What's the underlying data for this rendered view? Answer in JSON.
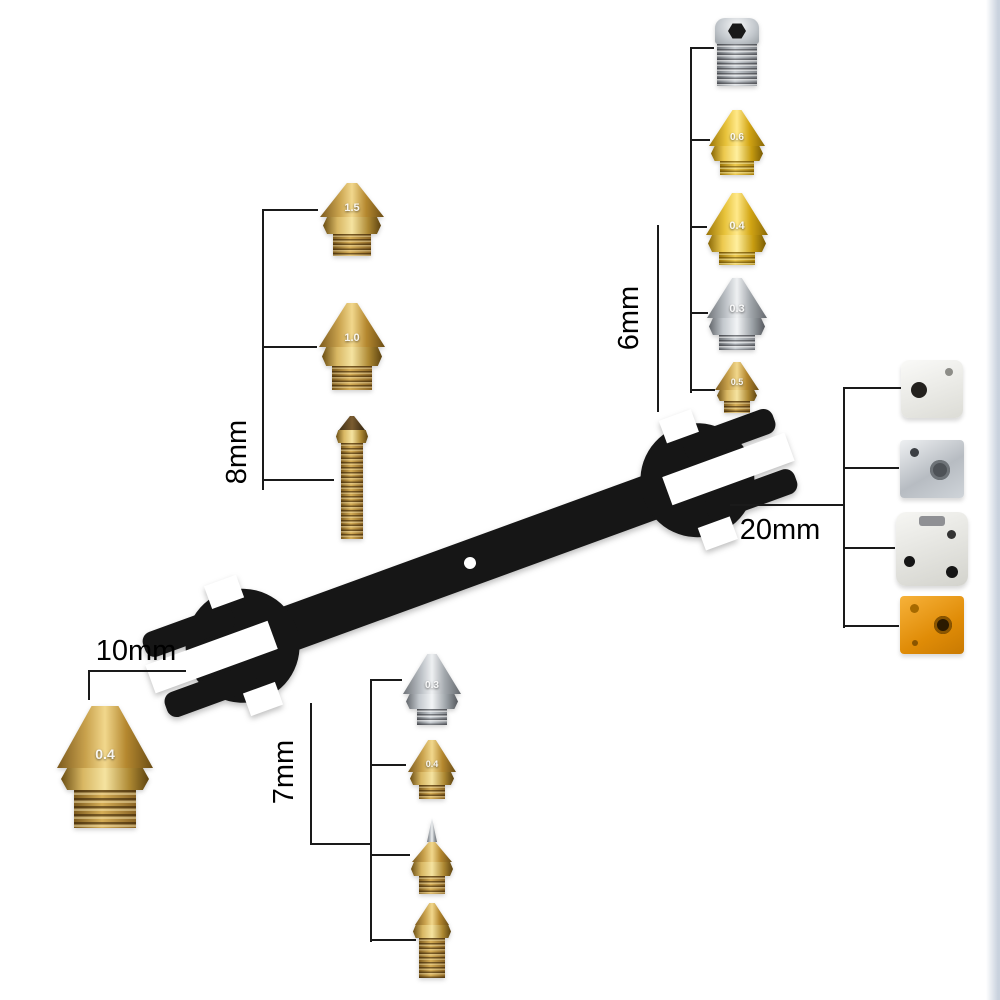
{
  "annotations": {
    "top_left": "8mm",
    "top_right": "6mm",
    "right": "20mm",
    "bottom_left": "10mm",
    "bottom_center": "7mm"
  },
  "wrench": {
    "name": "black multi-size steel wrench",
    "color": "#161616"
  },
  "nozzles": {
    "top_left": [
      {
        "label": "1.5",
        "material": "brass",
        "kind": "mk8-nozzle"
      },
      {
        "label": "1.0",
        "material": "brass",
        "kind": "mk8-nozzle"
      },
      {
        "label": "",
        "material": "brass",
        "kind": "nozzle-throat-tube"
      }
    ],
    "top_right": [
      {
        "label": "",
        "material": "steel",
        "kind": "hex-socket-screw"
      },
      {
        "label": "0.6",
        "material": "gold",
        "kind": "mk8-nozzle"
      },
      {
        "label": "0.4",
        "material": "gold",
        "kind": "mk8-nozzle"
      },
      {
        "label": "0.3",
        "material": "steel",
        "kind": "mk8-nozzle"
      },
      {
        "label": "0.5",
        "material": "brass",
        "kind": "mk8-nozzle"
      }
    ],
    "bottom_left": [
      {
        "label": "0.4",
        "material": "brass",
        "kind": "mk10-nozzle"
      }
    ],
    "bottom_center": [
      {
        "label": "0.3",
        "material": "steel",
        "kind": "v6-nozzle"
      },
      {
        "label": "0.4",
        "material": "brass",
        "kind": "v6-nozzle"
      },
      {
        "label": "",
        "material": "brass",
        "kind": "needle-tip-nozzle"
      },
      {
        "label": "",
        "material": "brass",
        "kind": "volcano-long-nozzle"
      }
    ]
  },
  "heater_blocks": [
    {
      "name": "white silicone sock block",
      "color": "#e9e9e4"
    },
    {
      "name": "aluminum heater block",
      "color": "#c2c7cc"
    },
    {
      "name": "silicone sock heater block",
      "color": "#edede9"
    },
    {
      "name": "orange aluminum heater block",
      "color": "#e8920d"
    }
  ],
  "colors": {
    "background": "#ffffff",
    "line": "#1a1a1a",
    "brass": "#c9a24d",
    "gold": "#e7c23a",
    "steel": "#b9bec3",
    "orange_block": "#e8920d"
  }
}
